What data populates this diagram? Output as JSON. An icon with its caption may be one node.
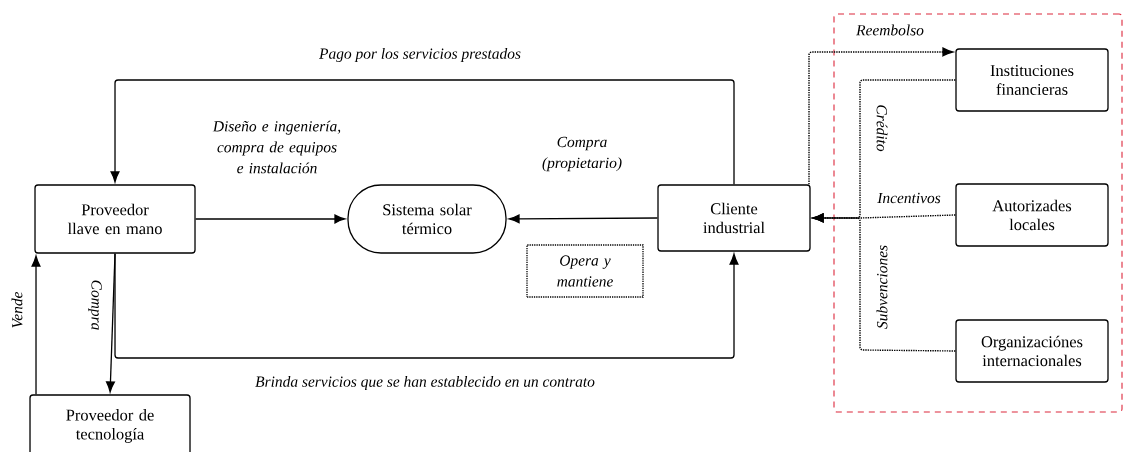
{
  "diagram": {
    "nodes": [
      {
        "text": [
          "Proveedor llave en mano"
        ]
      },
      {
        "text": [
          "Sistema solar térmico"
        ]
      },
      {
        "text": [
          "Cliente industrial"
        ]
      },
      {
        "text": [
          "Opera y mantiene"
        ]
      },
      {
        "text": [
          "Proveedor de tecnología"
        ]
      },
      {
        "text": [],
        "shape": "box"
      },
      {
        "text": [
          "Instituciones financieras"
        ],
        "in": 5
      },
      {
        "text": [
          "Autorizades locales"
        ],
        "in": 5
      },
      {
        "text": [
          "Organizaciónes internacionales"
        ],
        "in": 5
      }
    ],
    "edges": [
      {
        "from": 2,
        "to": 0,
        "arrow": "to",
        "label": "Pago por los servicios prestados"
      },
      {
        "from": 0,
        "to": 1,
        "arrow": "to",
        "label": "Diseño e ingeniería, compra de equipos e instalación"
      },
      {
        "from": 2,
        "to": 1,
        "arrow": "to",
        "label": "Compra (propietario)"
      },
      {
        "from": 0,
        "to": 4,
        "arrow": "to",
        "label": "Compra"
      },
      {
        "from": 0,
        "to": 2,
        "arrow": "to",
        "label": "Brinda servicios que se han establecido en un contrato"
      },
      {
        "from": 4,
        "to": 0,
        "arrow": "to",
        "label": "Vende"
      },
      {
        "from": 2,
        "to": 6,
        "arrow": "to",
        "label": "Reembolso",
        "style": "dashed"
      },
      {
        "from": 6,
        "to": 2,
        "arrow": "to",
        "label": "Crédito",
        "style": "dashed"
      },
      {
        "from": 7,
        "to": 2,
        "arrow": "to",
        "label": "Incentivos",
        "style": "dashed"
      },
      {
        "from": 8,
        "to": 2,
        "arrow": "to",
        "label": "Subvenciones",
        "style": "dashed"
      }
    ]
  }
}
